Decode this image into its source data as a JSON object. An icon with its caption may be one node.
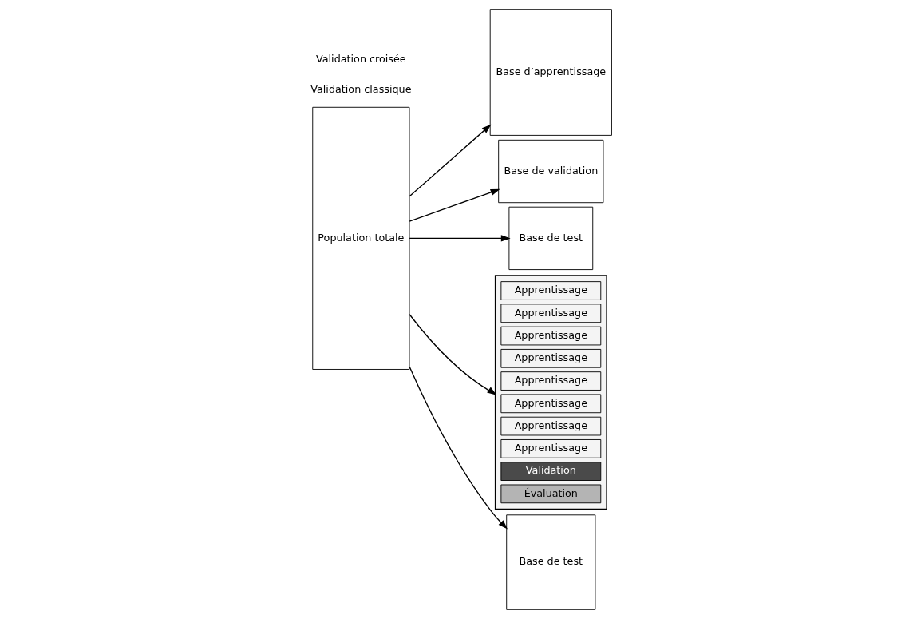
{
  "diagram": {
    "nodes": [
      {
        "text": [
          "Base d’apprentissage"
        ]
      },
      {
        "text": [
          "Base de validation"
        ]
      },
      {
        "text": [
          "Base de test"
        ]
      },
      {
        "text": [
          "Population totale"
        ]
      },
      {
        "text": [],
        "shape": "box"
      },
      {
        "text": [
          "Apprentissage"
        ],
        "in": 4
      },
      {
        "text": [
          "Apprentissage"
        ],
        "in": 4
      },
      {
        "text": [
          "Apprentissage"
        ],
        "in": 4
      },
      {
        "text": [
          "Apprentissage"
        ],
        "in": 4
      },
      {
        "text": [
          "Apprentissage"
        ],
        "in": 4
      },
      {
        "text": [
          "Apprentissage"
        ],
        "in": 4
      },
      {
        "text": [
          "Apprentissage"
        ],
        "in": 4
      },
      {
        "text": [
          "Apprentissage"
        ],
        "in": 4
      },
      {
        "text": [
          "Validation"
        ],
        "in": 4
      },
      {
        "text": [
          "Évaluation"
        ],
        "in": 4
      },
      {
        "text": [
          "Base de test"
        ]
      }
    ],
    "edges": [
      {
        "from": 3,
        "to": 0,
        "arrow": "to"
      },
      {
        "from": 3,
        "to": 1,
        "arrow": "to"
      },
      {
        "from": 3,
        "to": 2,
        "arrow": "to"
      },
      {
        "from": 3,
        "to": 4,
        "arrow": "to"
      },
      {
        "from": 3,
        "to": 15,
        "arrow": "to"
      }
    ],
    "labels": [
      "Validation classique",
      "Validation croisée"
    ]
  }
}
